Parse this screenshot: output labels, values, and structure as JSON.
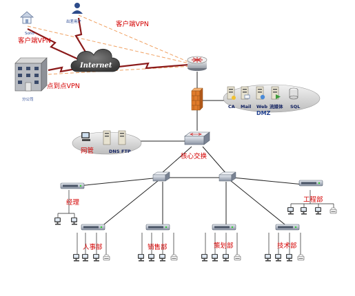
{
  "remote": {
    "mobile_user": "出差用户",
    "soho": "Soho",
    "client_vpn_top": "客户端VPN",
    "client_vpn_left": "客户端VPN",
    "internet": "Internet",
    "branch": "分公司",
    "site_to_site_vpn": "点到点VPN"
  },
  "dmz": {
    "label": "DMZ",
    "servers": [
      "CA",
      "Mail",
      "Web",
      "流媒体",
      "SQL"
    ]
  },
  "mgmt": {
    "net_mgmt": "网管",
    "dns": "DNS",
    "ftp": "FTP"
  },
  "core": {
    "label": "核心交换"
  },
  "departments": {
    "manager": "经理",
    "hr": "人事部",
    "sales": "销售部",
    "planning": "策划部",
    "tech": "技术部",
    "engineering": "工程部"
  },
  "colors": {
    "wan_link": "#8b1a1a",
    "vpn_dashed": "#f0a060",
    "lan_line": "#222222",
    "label_red": "#d40000"
  }
}
